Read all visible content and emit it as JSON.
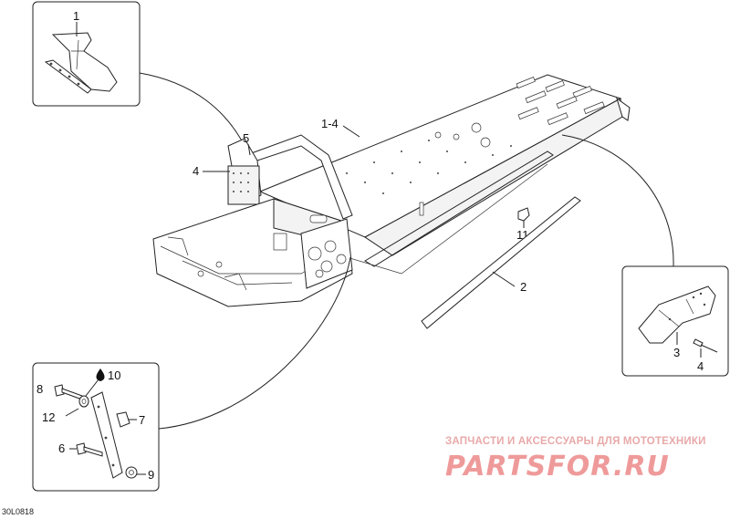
{
  "diagram": {
    "callouts": {
      "c1": "1",
      "c1_4": "1-4",
      "c2": "2",
      "c3": "3",
      "c4_right": "4",
      "c4_left": "4",
      "c5": "5",
      "c6": "6",
      "c7": "7",
      "c8": "8",
      "c9": "9",
      "c10": "10",
      "c11": "11",
      "c12": "12"
    },
    "figure_code": "30L0818"
  },
  "watermark": {
    "tagline": "ЗАПЧАСТИ И АКСЕССУАРЫ ДЛЯ МОТОТЕХНИКИ",
    "brand": "PARTSFOR.RU"
  },
  "colors": {
    "line": "#222222",
    "watermark": "#ef9a9a"
  }
}
